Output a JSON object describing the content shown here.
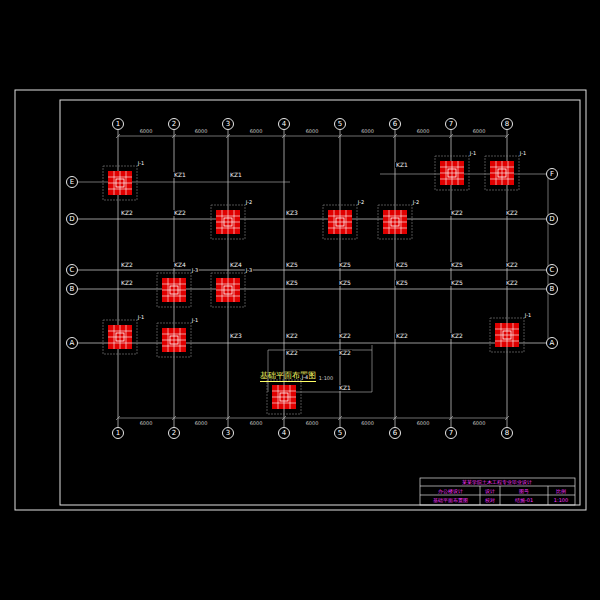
{
  "diagram": {
    "title": "基础平面布置图",
    "nodes": [
      {
        "text": [
          "1"
        ]
      },
      {
        "text": [
          "2"
        ]
      },
      {
        "text": [
          "3"
        ]
      },
      {
        "text": [
          "4"
        ]
      },
      {
        "text": [
          "5"
        ]
      },
      {
        "text": [
          "6"
        ]
      },
      {
        "text": [
          "7"
        ]
      },
      {
        "text": [
          "8"
        ]
      },
      {
        "text": [
          "E"
        ]
      },
      {
        "text": [
          "D"
        ]
      },
      {
        "text": [
          "C"
        ]
      },
      {
        "text": [
          "B"
        ]
      },
      {
        "text": [
          "A"
        ]
      },
      {
        "text": [
          "F"
        ]
      },
      {
        "text": [
          "D"
        ]
      },
      {
        "text": [
          "C"
        ]
      },
      {
        "text": [
          "B"
        ]
      },
      {
        "text": [
          "A"
        ]
      },
      {
        "text": [
          "1"
        ]
      },
      {
        "text": [
          "2"
        ]
      },
      {
        "text": [
          "3"
        ]
      },
      {
        "text": [
          "4"
        ]
      },
      {
        "text": [
          "5"
        ]
      },
      {
        "text": [
          "6"
        ]
      },
      {
        "text": [
          "7"
        ]
      },
      {
        "text": [
          "8"
        ]
      }
    ],
    "edges": [
      {
        "from": 0,
        "to": 18,
        "arrow": "none"
      },
      {
        "from": 1,
        "to": 19,
        "arrow": "none"
      },
      {
        "from": 2,
        "to": 20,
        "arrow": "none"
      },
      {
        "from": 3,
        "to": 21,
        "arrow": "none"
      },
      {
        "from": 4,
        "to": 22,
        "arrow": "none"
      },
      {
        "from": 5,
        "to": 23,
        "arrow": "none"
      },
      {
        "from": 6,
        "to": 24,
        "arrow": "none"
      },
      {
        "from": 7,
        "to": 25,
        "arrow": "none"
      },
      {
        "from": 9,
        "to": 14,
        "arrow": "none"
      },
      {
        "from": 10,
        "to": 15,
        "arrow": "none"
      },
      {
        "from": 11,
        "to": 16,
        "arrow": "none"
      },
      {
        "from": 12,
        "to": 17,
        "arrow": "none"
      }
    ],
    "labels": [
      "1:100",
      "KZ1",
      "KZ1",
      "KZ1",
      "KZ2",
      "KZ2",
      "KZ3",
      "KZ2",
      "KZ2",
      "KZ2",
      "KZ4",
      "KZ4",
      "KZ5",
      "KZ5",
      "KZ5",
      "KZ5",
      "KZ2",
      "KZ2",
      "KZ5",
      "KZ5",
      "KZ5",
      "KZ5",
      "KZ2",
      "KZ3",
      "KZ2",
      "KZ2",
      "KZ2",
      "KZ2",
      "KZ2",
      "KZ2",
      "KZ1",
      "J-1",
      "J-1",
      "J-1",
      "J-2",
      "J-2",
      "J-2",
      "J-3",
      "J-3",
      "J-1",
      "J-1",
      "J-1",
      "J-4",
      "6000",
      "6000",
      "6000",
      "6000",
      "6000",
      "6000",
      "6000",
      "6000",
      "6000",
      "6000",
      "6000",
      "6000",
      "6000",
      "6000",
      "某某学院土木工程专业毕业设计",
      "办公楼设计",
      "基础平面布置图",
      "设计",
      "校对",
      "图号",
      "结施-01",
      "比例",
      "1:100"
    ]
  }
}
